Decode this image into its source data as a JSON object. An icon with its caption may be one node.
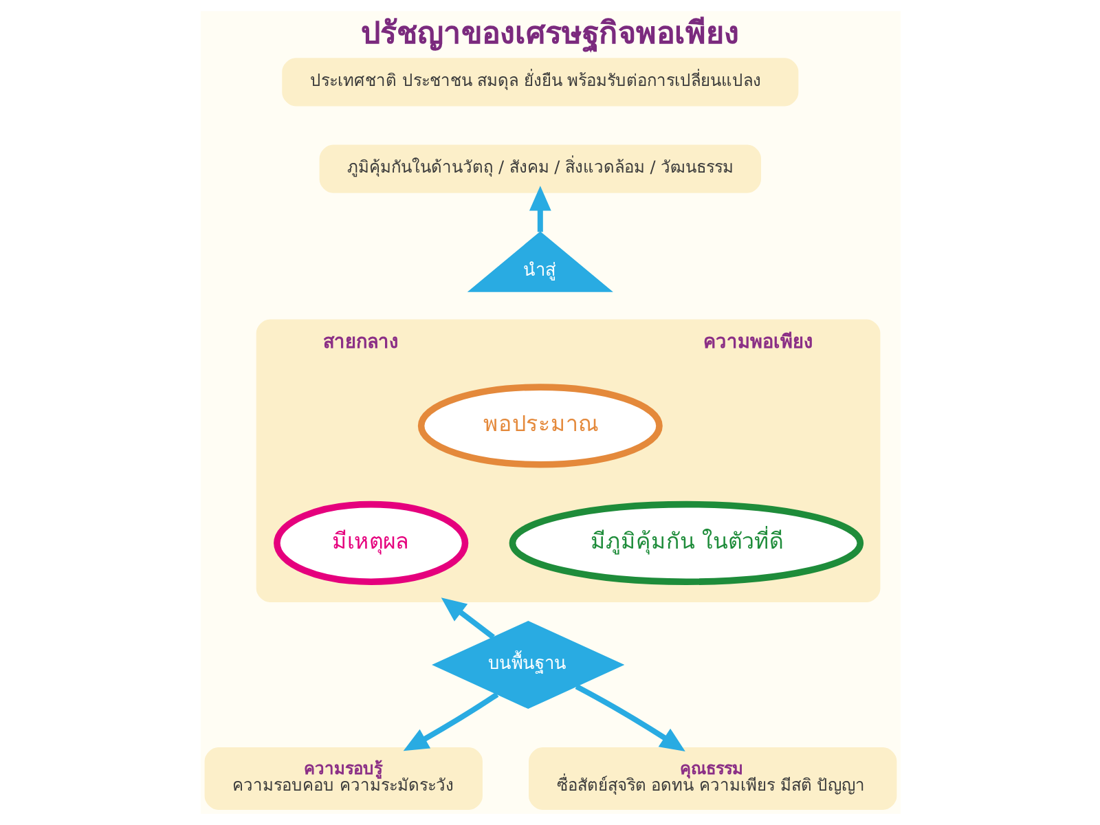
{
  "diagram": {
    "title": "ปรัชญาของเศรษฐกิจพอเพียง",
    "nodes": [
      {
        "text": [
          "ประเทศชาติ ประชาชน สมดุล ยั่งยืน พร้อมรับต่อการเปลี่ยนแปลง"
        ]
      },
      {
        "text": [
          "ภูมิคุ้มกันในด้านวัตถุ / สังคม / สิ่งแวดล้อม / วัฒนธรรม"
        ]
      },
      {
        "text": [
          "นำสู่"
        ]
      },
      {
        "text": [
          "สายกลาง",
          "ความพอเพียง"
        ]
      },
      {
        "text": [
          "พอประมาณ"
        ],
        "in": 3
      },
      {
        "text": [
          "มีเหตุผล"
        ],
        "in": 3
      },
      {
        "text": [
          "มีภูมิคุ้มกัน ในตัวที่ดี"
        ],
        "in": 3
      },
      {
        "text": [
          "บนพื้นฐาน"
        ]
      },
      {
        "text": [
          "ความรอบรู้",
          "ความรอบคอบ ความระมัดระวัง"
        ]
      },
      {
        "text": [
          "คุณธรรม",
          "ซื่อสัตย์สุจริต อดทน ความเพียร มีสติ ปัญญา"
        ]
      }
    ],
    "edges": [
      {
        "from": 2,
        "to": 1,
        "arrow": "to"
      },
      {
        "from": 7,
        "to": 3,
        "arrow": "to"
      },
      {
        "from": 7,
        "to": 8,
        "arrow": "to"
      },
      {
        "from": 7,
        "to": 9,
        "arrow": "to"
      }
    ]
  }
}
